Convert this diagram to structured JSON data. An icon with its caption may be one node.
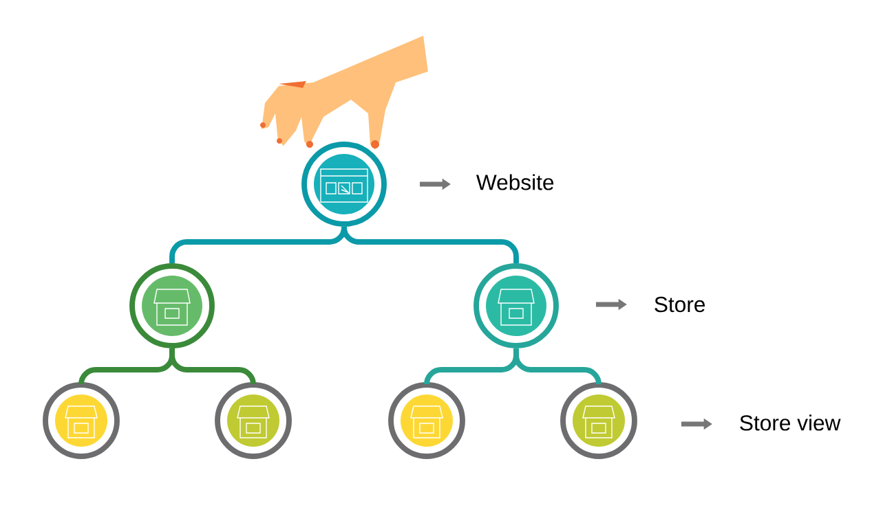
{
  "diagram": {
    "nodes": [
      {
        "text": [],
        "shape": "circle"
      },
      {
        "text": [],
        "shape": "circle"
      },
      {
        "text": [],
        "shape": "circle"
      },
      {
        "text": [],
        "shape": "circle"
      },
      {
        "text": [],
        "shape": "circle"
      },
      {
        "text": [],
        "shape": "circle"
      },
      {
        "text": [],
        "shape": "circle"
      }
    ],
    "edges": [
      {
        "from": 0,
        "to": 1,
        "arrow": "none",
        "color": "#0b9aa8"
      },
      {
        "from": 0,
        "to": 2,
        "arrow": "none",
        "color": "#0b9aa8"
      },
      {
        "from": 1,
        "to": 3,
        "arrow": "none",
        "color": "#3a8a3a"
      },
      {
        "from": 1,
        "to": 4,
        "arrow": "none",
        "color": "#3a8a3a"
      },
      {
        "from": 2,
        "to": 5,
        "arrow": "none",
        "color": "#26a69a"
      },
      {
        "from": 2,
        "to": 6,
        "arrow": "none",
        "color": "#26a69a"
      }
    ],
    "labels": [
      "Website",
      "Store",
      "Store view"
    ]
  }
}
